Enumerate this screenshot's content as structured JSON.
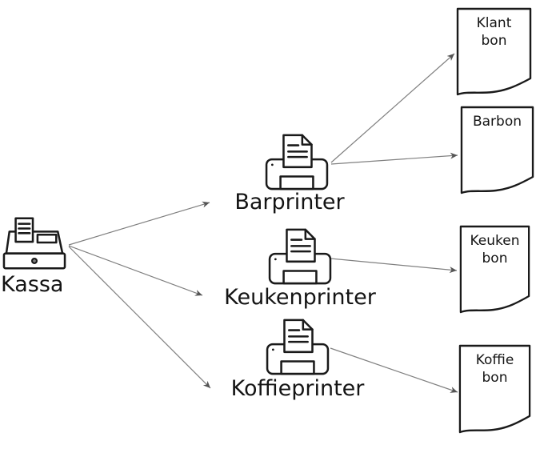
{
  "diagram": {
    "title": "",
    "background_color": "#ffffff",
    "shape_stroke_color": "#1a1a1a",
    "arrow_color": "#808080",
    "arrowhead_color": "#555555",
    "nodes": {
      "kassa": {
        "label": "Kassa",
        "icon": "cash-register-icon",
        "type": "device"
      },
      "barprinter": {
        "label": "Barprinter",
        "icon": "printer-icon",
        "type": "device"
      },
      "keukenprinter": {
        "label": "Keukenprinter",
        "icon": "printer-icon",
        "type": "device"
      },
      "koffieprinter": {
        "label": "Koffieprinter",
        "icon": "printer-icon",
        "type": "device"
      }
    },
    "documents": {
      "klant_bon": {
        "label": "Klant\nbon",
        "shape": "document"
      },
      "barbon": {
        "label": "Barbon",
        "shape": "document"
      },
      "keuken_bon": {
        "label": "Keuken\nbon",
        "shape": "document"
      },
      "koffie_bon": {
        "label": "Koffie\nbon",
        "shape": "document"
      }
    },
    "edges": [
      {
        "from": "kassa",
        "to": "barprinter"
      },
      {
        "from": "kassa",
        "to": "keukenprinter"
      },
      {
        "from": "kassa",
        "to": "koffieprinter"
      },
      {
        "from": "barprinter",
        "to": "klant_bon"
      },
      {
        "from": "barprinter",
        "to": "barbon"
      },
      {
        "from": "keukenprinter",
        "to": "keuken_bon"
      },
      {
        "from": "koffieprinter",
        "to": "koffie_bon"
      }
    ]
  }
}
